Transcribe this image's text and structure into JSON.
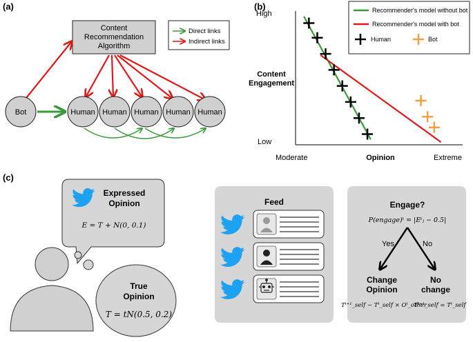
{
  "panels": {
    "a": {
      "label": "(a)"
    },
    "b": {
      "label": "(b)"
    },
    "c": {
      "label": "(c)"
    }
  },
  "diagram_a": {
    "algorithm_label": [
      "Content",
      "Recommendation",
      "Algorithm"
    ],
    "bot_label": "Bot",
    "human_label": "Human",
    "human_count": 5,
    "legend": {
      "direct": "Direct links",
      "indirect": "Indirect links"
    },
    "colors": {
      "direct": "#3a9a3a",
      "indirect": "#e01818",
      "node_fill": "#d0d0d0"
    }
  },
  "chart_b": {
    "y_high": "High",
    "y_low": "Low",
    "ylabel": [
      "Content",
      "Engagement"
    ],
    "x_left": "Moderate",
    "x_mid": "Opinion",
    "x_right": "Extreme",
    "legend": {
      "no_bot": "Recommender's model without bot",
      "with_bot": "Recommender's model with bot",
      "human": "Human",
      "bot": "Bot"
    },
    "colors": {
      "no_bot": "#3a9a3a",
      "with_bot": "#e01818",
      "human": "#000000",
      "bot": "#f0a040"
    }
  },
  "chart_data": {
    "type": "scatter",
    "xlabel": "Opinion",
    "ylabel": "Content Engagement",
    "series": [
      {
        "name": "Human",
        "points": [
          [
            0.08,
            0.91
          ],
          [
            0.13,
            0.8
          ],
          [
            0.18,
            0.68
          ],
          [
            0.23,
            0.56
          ],
          [
            0.28,
            0.44
          ],
          [
            0.33,
            0.32
          ],
          [
            0.38,
            0.2
          ],
          [
            0.43,
            0.08
          ]
        ]
      },
      {
        "name": "Bot",
        "points": [
          [
            0.75,
            0.33
          ],
          [
            0.79,
            0.21
          ],
          [
            0.83,
            0.13
          ]
        ]
      }
    ],
    "lines": [
      {
        "name": "Recommender's model without bot",
        "from": [
          0.05,
          0.96
        ],
        "to": [
          0.45,
          0.04
        ]
      },
      {
        "name": "Recommender's model with bot",
        "from": [
          0.15,
          0.67
        ],
        "to": [
          0.87,
          0.02
        ]
      }
    ]
  },
  "diagram_c": {
    "expressed_title": [
      "Expressed",
      "Opinion"
    ],
    "expressed_formula": "E = T + N(0, 0.1)",
    "true_title": [
      "True",
      "Opinion"
    ],
    "true_formula": "T = tN(0.5, 0.2)",
    "feed_title": "Feed",
    "engage_title": "Engage?",
    "engage_formula": "P(engage)ᵗ = |Eᵗⱼ − 0.5|",
    "yes": "Yes",
    "no": "No",
    "change_title": [
      "Change",
      "Opinion"
    ],
    "change_formula": "Tᵗ⁺¹_self ~ Tᵗ_self × Oᵗ_other",
    "nochange_title": [
      "No",
      "change"
    ],
    "nochange_formula": "Tᵗ⁺¹_self = Tᵗ_self",
    "colors": {
      "twitter": "#1da1f2",
      "box": "#d6d6d6"
    }
  }
}
